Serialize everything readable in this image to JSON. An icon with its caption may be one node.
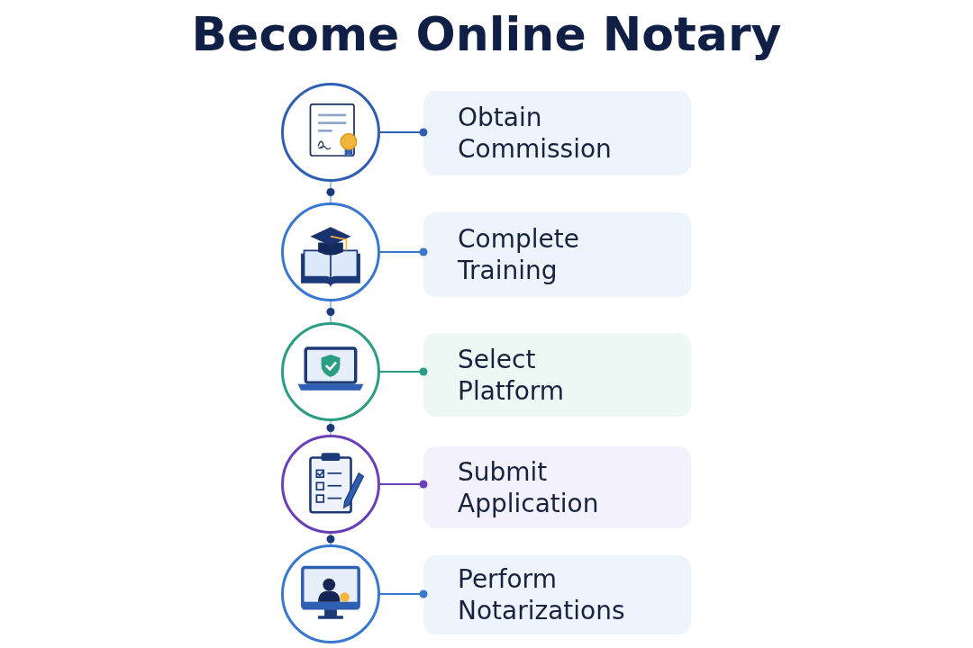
{
  "diagram": {
    "title": "Become Online Notary",
    "nodes": [
      {
        "text": [],
        "shape": "circle"
      },
      {
        "text": [
          "Obtain Commission"
        ]
      },
      {
        "text": [],
        "shape": "circle"
      },
      {
        "text": [
          "Complete Training"
        ]
      },
      {
        "text": [],
        "shape": "circle"
      },
      {
        "text": [
          "Select Platform"
        ]
      },
      {
        "text": [],
        "shape": "circle"
      },
      {
        "text": [
          "Submit Application"
        ]
      },
      {
        "text": [],
        "shape": "circle"
      },
      {
        "text": [
          "Perform Notarizations"
        ]
      }
    ],
    "edges": [
      {
        "from": 0,
        "to": 1,
        "arrow": "other",
        "color": "#2f5fb3"
      },
      {
        "from": 2,
        "to": 3,
        "arrow": "other",
        "color": "#3a78cf"
      },
      {
        "from": 4,
        "to": 5,
        "arrow": "other",
        "color": "#2a9d84"
      },
      {
        "from": 6,
        "to": 7,
        "arrow": "other",
        "color": "#6a3fb8"
      },
      {
        "from": 8,
        "to": 9,
        "arrow": "other",
        "color": "#3a78cf"
      },
      {
        "from": 0,
        "to": 2,
        "arrow": "none"
      },
      {
        "from": 2,
        "to": 4,
        "arrow": "none"
      },
      {
        "from": 4,
        "to": 6,
        "arrow": "none"
      },
      {
        "from": 6,
        "to": 8,
        "arrow": "none"
      }
    ]
  }
}
